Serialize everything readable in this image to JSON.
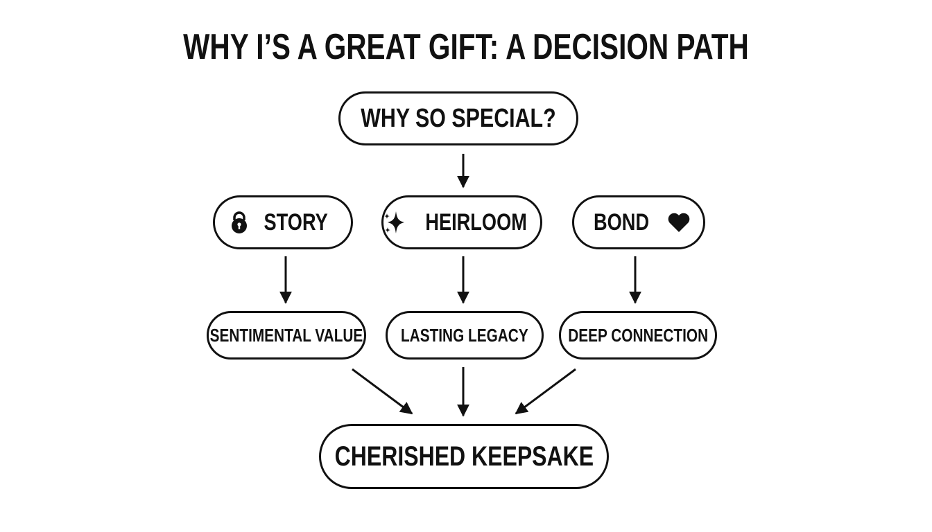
{
  "title": "WHY I’S A GREAT GIFT: A DECISION PATH",
  "colors": {
    "background": "#ffffff",
    "stroke": "#111111",
    "text": "#111111"
  },
  "nodes": {
    "root": {
      "label": "WHY SO SPECIAL?"
    },
    "branches": [
      {
        "label": "STORY",
        "icon": "padlock-icon",
        "icon_position": "left"
      },
      {
        "label": "HEIRLOOM",
        "icon": "sparkle-icon",
        "icon_position": "left"
      },
      {
        "label": "BOND",
        "icon": "heart-icon",
        "icon_position": "right"
      }
    ],
    "outcomes": [
      {
        "label": "SENTIMENTAL VALUE"
      },
      {
        "label": "LASTING LEGACY"
      },
      {
        "label": "DEEP CONNECTION"
      }
    ],
    "result": {
      "label": "CHERISHED KEEPSAKE"
    }
  },
  "edges": [
    {
      "from": "WHY SO SPECIAL?",
      "to": "HEIRLOOM"
    },
    {
      "from": "STORY",
      "to": "SENTIMENTAL VALUE"
    },
    {
      "from": "HEIRLOOM",
      "to": "LASTING LEGACY"
    },
    {
      "from": "BOND",
      "to": "DEEP CONNECTION"
    },
    {
      "from": "SENTIMENTAL VALUE",
      "to": "CHERISHED KEEPSAKE"
    },
    {
      "from": "LASTING LEGACY",
      "to": "CHERISHED KEEPSAKE"
    },
    {
      "from": "DEEP CONNECTION",
      "to": "CHERISHED KEEPSAKE"
    }
  ]
}
